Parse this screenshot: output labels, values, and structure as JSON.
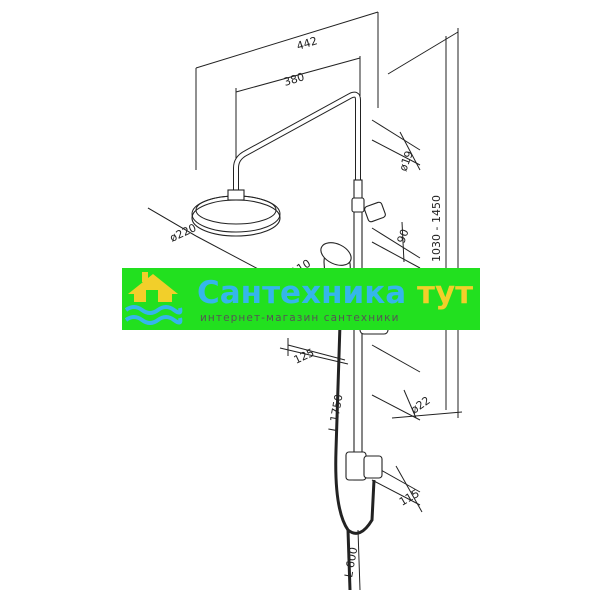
{
  "dimensions": {
    "arm_outer": "442",
    "arm_inner": "380",
    "rail_diameter": "ø19",
    "head_diameter": "ø220",
    "holder_width": "90",
    "hand_shower_diameter": "ø110",
    "hand_offset": "125",
    "height_range": "1030 - 1450",
    "hose_length": "L 1750",
    "pipe_diameter": "ø22",
    "mixer_offset": "115",
    "lower_hose_length": "L 600"
  },
  "watermark": {
    "name": "Сантехника",
    "accent": "тут",
    "subtitle": "интернет-магазин сантехники"
  },
  "colors": {
    "banner": "#22e01f",
    "brand_blue": "#35b6ea",
    "brand_yellow": "#f2cf2a"
  }
}
